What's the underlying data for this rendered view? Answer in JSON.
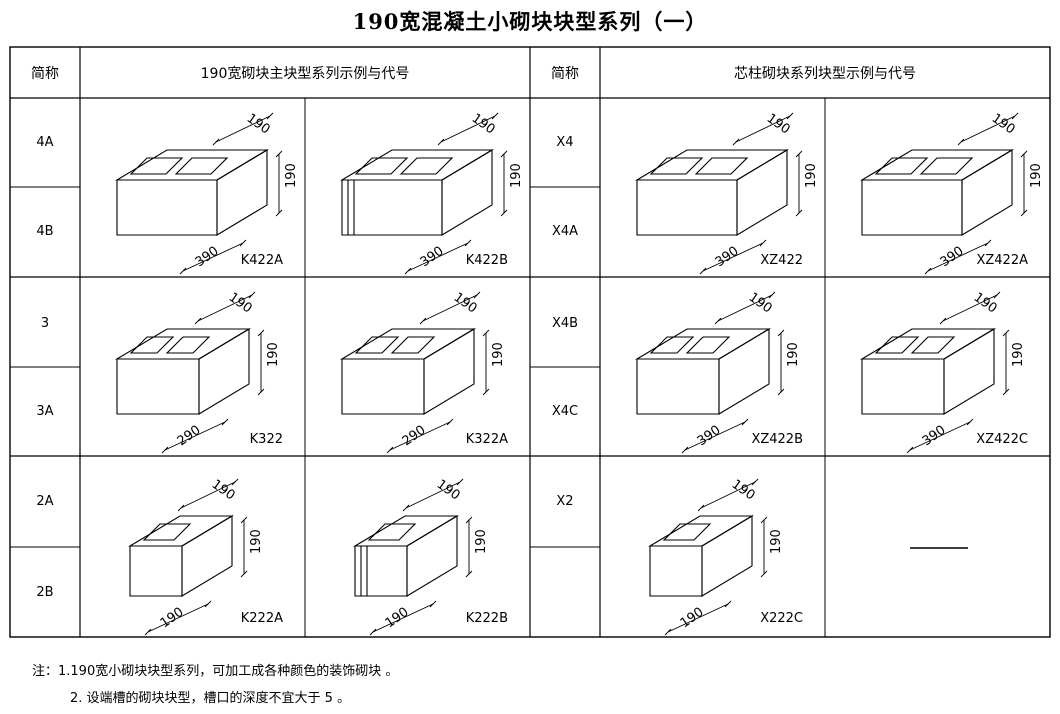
{
  "title": "190宽混凝土小砌块块型系列（一）",
  "table": {
    "header": {
      "abbr_left": "简称",
      "main_title": "190宽砌块主块型系列示例与代号",
      "abbr_right": "简称",
      "core_title": "芯柱砌块系列块型示例与代号"
    },
    "left_abbr": [
      "4A",
      "4B",
      "3",
      "3A",
      "2A",
      "2B"
    ],
    "right_abbr": [
      "X4",
      "X4A",
      "X4B",
      "X4C",
      "X2",
      ""
    ],
    "cells": [
      {
        "code": "K422A",
        "length": "390",
        "width": "190",
        "height": "190"
      },
      {
        "code": "K422B",
        "length": "390",
        "width": "190",
        "height": "190"
      },
      {
        "code": "XZ422",
        "length": "390",
        "width": "190",
        "height": "190"
      },
      {
        "code": "XZ422A",
        "length": "390",
        "width": "190",
        "height": "190"
      },
      {
        "code": "K322",
        "length": "290",
        "width": "190",
        "height": "190"
      },
      {
        "code": "K322A",
        "length": "290",
        "width": "190",
        "height": "190"
      },
      {
        "code": "XZ422B",
        "length": "390",
        "width": "190",
        "height": "190"
      },
      {
        "code": "XZ422C",
        "length": "390",
        "width": "190",
        "height": "190"
      },
      {
        "code": "K222A",
        "length": "190",
        "width": "190",
        "height": "190"
      },
      {
        "code": "K222B",
        "length": "190",
        "width": "190",
        "height": "190"
      },
      {
        "code": "X222C",
        "length": "190",
        "width": "190",
        "height": "190"
      },
      {
        "code": "",
        "length": "",
        "width": "",
        "height": "",
        "dash": "——"
      }
    ]
  },
  "notes": [
    "注：1.190宽小砌块块型系列，可加工成各种颜色的装饰砌块 。",
    "2. 设端槽的砌块块型，槽口的深度不宜大于 5 。"
  ]
}
